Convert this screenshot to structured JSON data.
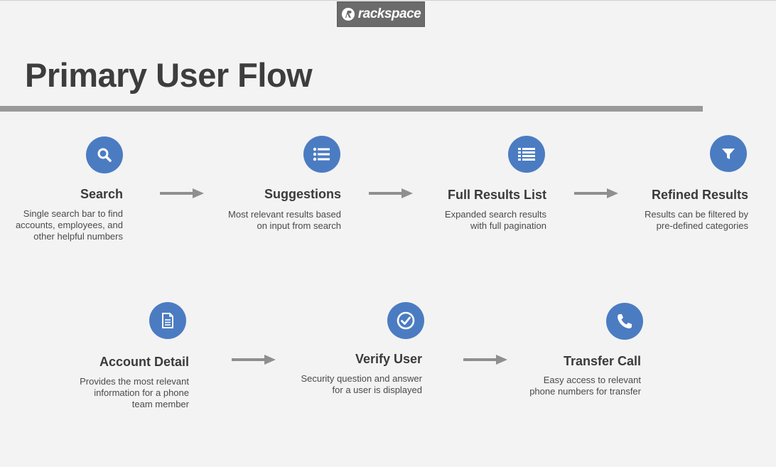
{
  "header": {
    "logo_text": "rackspace",
    "title": "Primary User Flow"
  },
  "steps": [
    {
      "id": "search",
      "icon": "search-icon",
      "title": "Search",
      "description": [
        "Single search bar to find",
        "accounts, employees, and",
        "other helpful numbers"
      ]
    },
    {
      "id": "suggestions",
      "icon": "list-icon",
      "title": "Suggestions",
      "description": [
        "Most relevant results based",
        "on input from search"
      ]
    },
    {
      "id": "full-results-list",
      "icon": "list-detail-icon",
      "title": "Full Results List",
      "description": [
        "Expanded search results",
        "with full pagination"
      ]
    },
    {
      "id": "refined-results",
      "icon": "filter-icon",
      "title": "Refined Results",
      "description": [
        "Results can be filtered by",
        "pre-defined categories"
      ]
    },
    {
      "id": "account-detail",
      "icon": "document-icon",
      "title": "Account Detail",
      "description": [
        "Provides the most relevant",
        "information for a phone",
        "team member"
      ]
    },
    {
      "id": "verify-user",
      "icon": "checkmark-icon",
      "title": "Verify User",
      "description": [
        "Security question and answer",
        "for a user is displayed"
      ]
    },
    {
      "id": "transfer-call",
      "icon": "phone-icon",
      "title": "Transfer Call",
      "description": [
        "Easy access to relevant",
        "phone numbers for transfer"
      ]
    }
  ],
  "colors": {
    "icon_circle": "#4b7cc2",
    "arrow": "#8f8f8f",
    "divider": "#999999",
    "background": "#f3f3f3"
  }
}
